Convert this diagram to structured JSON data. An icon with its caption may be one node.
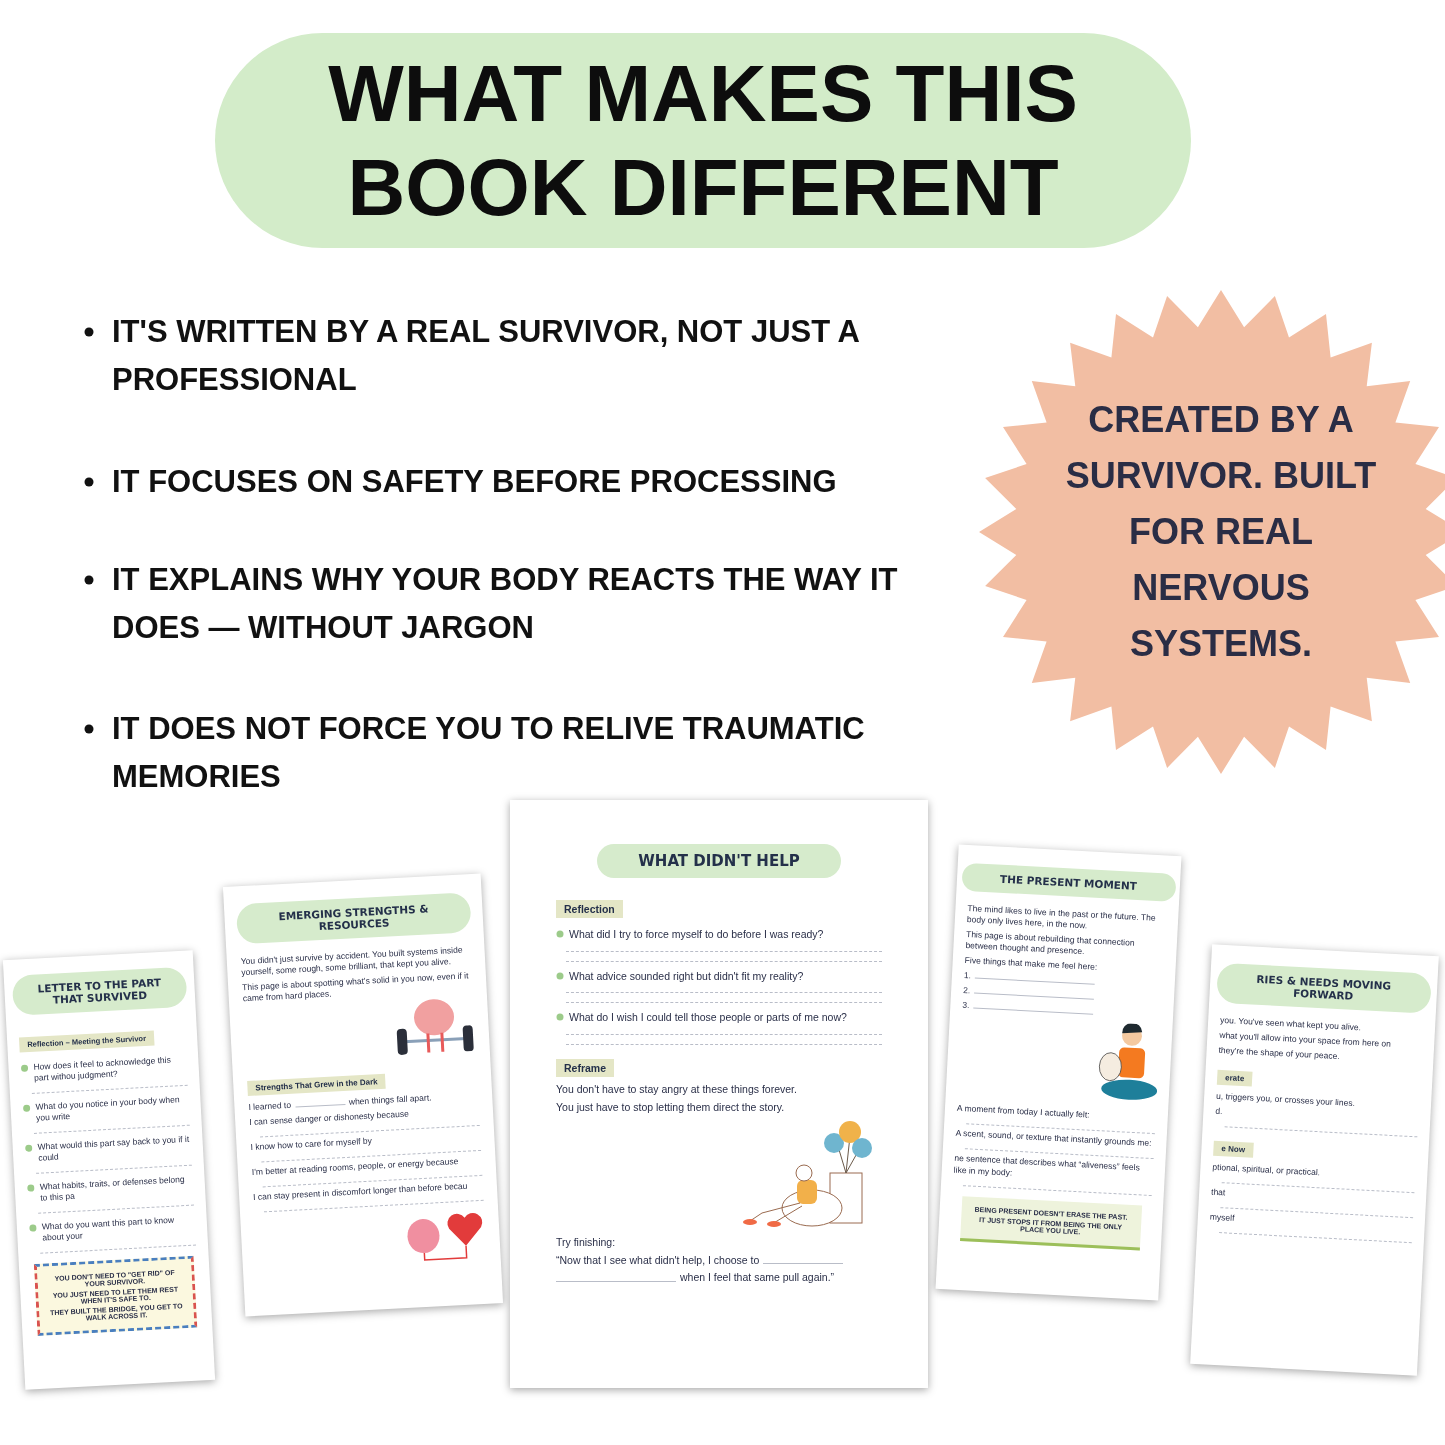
{
  "diagram": {
    "title": "WHAT MAKES THIS BOOK DIFFERENT",
    "nodes": [
      {
        "text": [
          "CREATED BY A SURVIVOR. BUILT FOR REAL NERVOUS SYSTEMS."
        ]
      },
      {
        "text": [
          "How does it feel to acknowledge this part withou judgment?",
          "What do you notice in your body when you write",
          "What would this part say back to you if it could",
          "What habits, traits, or defenses belong to this pa",
          "What do you want this part to know about your"
        ]
      },
      {
        "text": [
          "LETTER TO THE PART THAT SURVIVED"
        ],
        "in": 1
      },
      {
        "text": [
          "Reflection – Meeting the Survivor"
        ],
        "in": 1
      },
      {
        "text": [
          "YOU DON'T NEED TO \"GET RID\" OF YOUR SURVIVOR.",
          "YOU JUST NEED TO LET THEM REST WHEN IT'S SAFE TO.",
          "THEY BUILT THE BRIDGE, YOU GET TO WALK ACROSS IT."
        ],
        "in": 1
      },
      {
        "text": [
          "You didn't just survive by accident. You built systems inside yourself, some rough, some brilliant, that kept you alive.",
          "This page is about spotting what's solid in you now, even if it came from hard places.",
          "I learned to",
          "when things fall apart.",
          "I can sense danger or dishonesty because",
          "I know how to care for myself by",
          "I'm better at reading rooms, people, or energy because",
          "I can stay present in discomfort longer than before becau"
        ]
      },
      {
        "text": [
          "EMERGING STRENGTHS & RESOURCES"
        ],
        "in": 5
      },
      {
        "text": [
          "Strengths That Grew in the Dark"
        ],
        "in": 5
      },
      {
        "text": [
          "What did I try to force myself to do before I was ready?",
          "What advice sounded right but didn't fit my reality?",
          "What do I wish I could tell those people or parts of me now?",
          "You don't have to stay angry at these things forever.",
          "You just have to stop letting them direct the story.",
          "Try finishing:",
          "“Now that I see what didn't help, I choose to",
          "when I feel that same pull again.”"
        ]
      },
      {
        "text": [
          "WHAT DIDN'T HELP"
        ],
        "in": 8
      },
      {
        "text": [
          "Reflection"
        ],
        "in": 8
      },
      {
        "text": [
          "Reframe"
        ],
        "in": 8
      },
      {
        "text": [
          "The mind likes to live in the past or the future. The body only lives here, in the now.",
          "This page is about rebuilding that connection between thought and presence.",
          "Five things that make me feel here:",
          "1.",
          "2.",
          "3.",
          "A moment from today I actually felt:",
          "A scent, sound, or texture that instantly grounds me:",
          "ne sentence that describes what “aliveness” feels like in my body:"
        ]
      },
      {
        "text": [
          "THE PRESENT MOMENT"
        ],
        "in": 12
      },
      {
        "text": [
          "BEING PRESENT DOESN'T ERASE THE PAST.",
          "IT JUST STOPS IT FROM BEING THE ONLY PLACE YOU LIVE."
        ],
        "in": 12
      },
      {
        "text": [
          "you. You've seen what kept you alive.",
          "what you'll allow into your space from here on",
          "they're the shape of your peace.",
          "u, triggers you, or crosses your lines.",
          "d.",
          "ptional, spiritual, or practical.",
          "that",
          "myself"
        ]
      },
      {
        "text": [
          "RIES & NEEDS MOVING FORWARD"
        ],
        "in": 15
      },
      {
        "text": [
          "erate"
        ],
        "in": 15
      },
      {
        "text": [
          "e Now"
        ],
        "in": 15
      }
    ],
    "labels": [
      "IT'S WRITTEN BY A REAL SURVIVOR, NOT JUST A PROFESSIONAL",
      "IT FOCUSES ON SAFETY BEFORE PROCESSING",
      "IT EXPLAINS WHY YOUR BODY REACTS THE WAY IT DOES — WITHOUT JARGON",
      "IT DOES NOT FORCE YOU TO RELIVE TRAUMATIC MEMORIES"
    ]
  }
}
